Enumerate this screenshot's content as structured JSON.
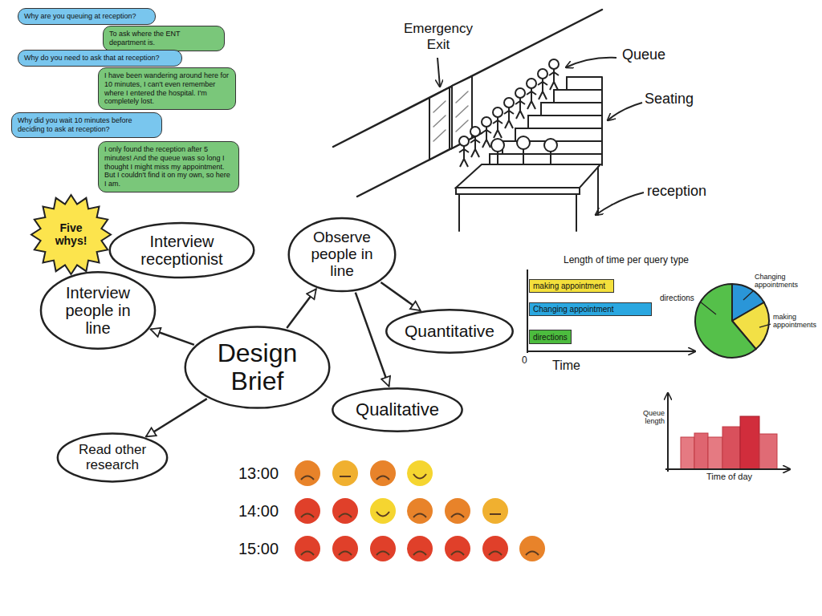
{
  "diagram": {
    "nodes": [
      {
        "text": [
          "Why are you queuing at reception?"
        ]
      },
      {
        "text": [
          "To ask where the ENT department is."
        ]
      },
      {
        "text": [
          "Why do you need to ask that at reception?"
        ]
      },
      {
        "text": [
          "I have been wandering around here for 10 minutes, I can't even remember where I entered the hospital. I'm completely lost."
        ]
      },
      {
        "text": [
          "Why did you wait 10 minutes before deciding to ask at reception?"
        ]
      },
      {
        "text": [
          "I only found the reception after 5 minutes! And the queue was so long I thought I might miss my appointment. But I couldn't find it on my own, so here I am."
        ]
      },
      {
        "text": [
          "Five whys!"
        ]
      },
      {
        "text": [
          "Interview receptionist"
        ]
      },
      {
        "text": [
          "Observe people in line"
        ]
      },
      {
        "text": [
          "Interview people in line"
        ]
      },
      {
        "text": [
          "Quantitative"
        ]
      },
      {
        "text": [
          "Design Brief"
        ]
      },
      {
        "text": [
          "Qualitative"
        ]
      },
      {
        "text": [
          "Read other research"
        ]
      },
      {
        "text": [
          "making appointment"
        ]
      },
      {
        "text": [
          "Changing appointment"
        ]
      },
      {
        "text": [
          "directions"
        ]
      }
    ],
    "edges": [
      {
        "from": 11,
        "to": 9,
        "arrow": "to"
      },
      {
        "from": 11,
        "to": 8,
        "arrow": "to"
      },
      {
        "from": 11,
        "to": 13,
        "arrow": "to"
      },
      {
        "from": 8,
        "to": 10,
        "arrow": "to"
      },
      {
        "from": 8,
        "to": 12,
        "arrow": "to"
      }
    ],
    "labels": [
      "Emergency Exit",
      "Queue",
      "Seating",
      "reception",
      "Length of time per query type",
      "directions",
      "Changing appointments",
      "making appointments",
      "0",
      "Time",
      "Queue length",
      "Time of day",
      "13:00",
      "14:00",
      "15:00"
    ]
  }
}
